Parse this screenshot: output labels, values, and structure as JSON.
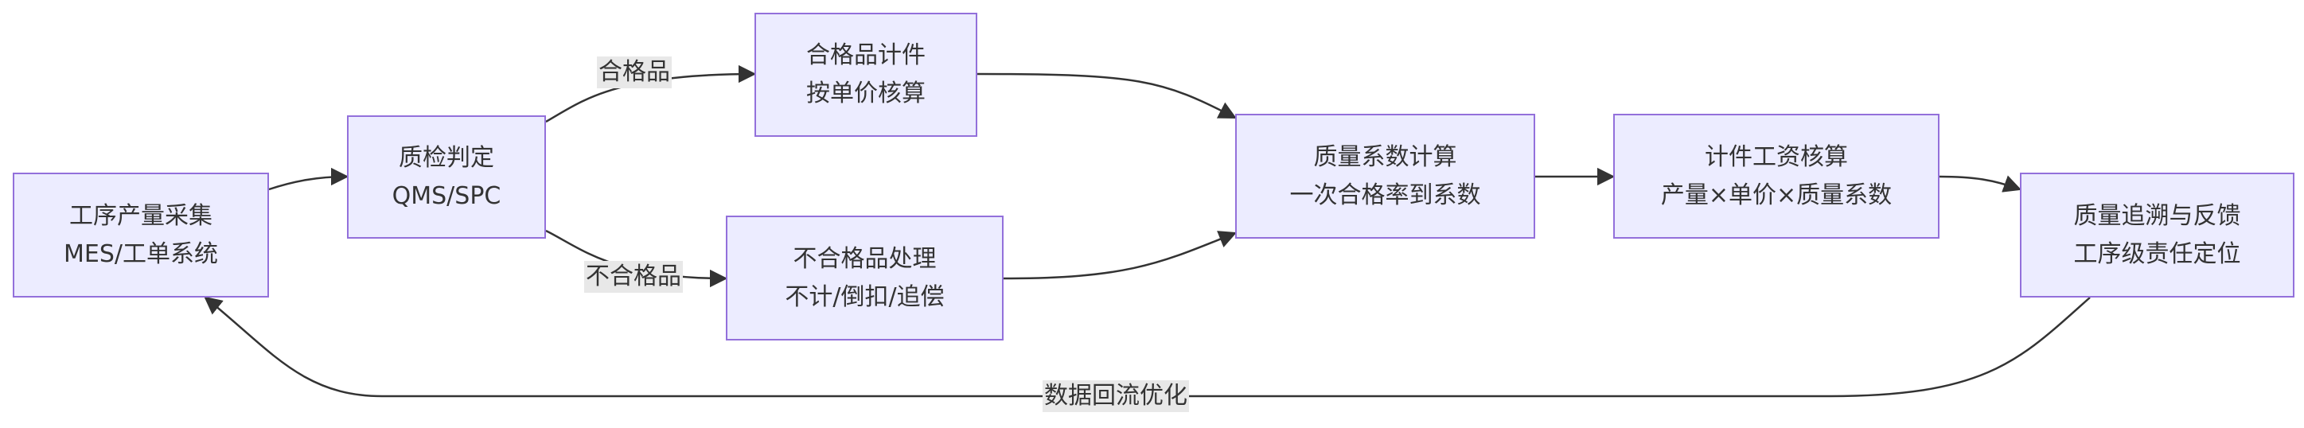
{
  "nodes": {
    "collect": {
      "line1": "工序产量采集",
      "line2": "MES/工单系统"
    },
    "inspect": {
      "line1": "质检判定",
      "line2": "QMS/SPC"
    },
    "pass": {
      "line1": "合格品计件",
      "line2": "按单价核算"
    },
    "fail": {
      "line1": "不合格品处理",
      "line2": "不计/倒扣/追偿"
    },
    "coef": {
      "line1": "质量系数计算",
      "line2": "一次合格率到系数"
    },
    "wage": {
      "line1": "计件工资核算",
      "line2": "产量×单价×质量系数"
    },
    "trace": {
      "line1": "质量追溯与反馈",
      "line2": "工序级责任定位"
    }
  },
  "edges": {
    "pass_label": "合格品",
    "fail_label": "不合格品",
    "feedback_label": "数据回流优化"
  },
  "colors": {
    "node_fill": "#ECECFF",
    "node_border": "#9370DB",
    "edge": "#333333",
    "edge_label_bg": "#e8e8e8"
  }
}
